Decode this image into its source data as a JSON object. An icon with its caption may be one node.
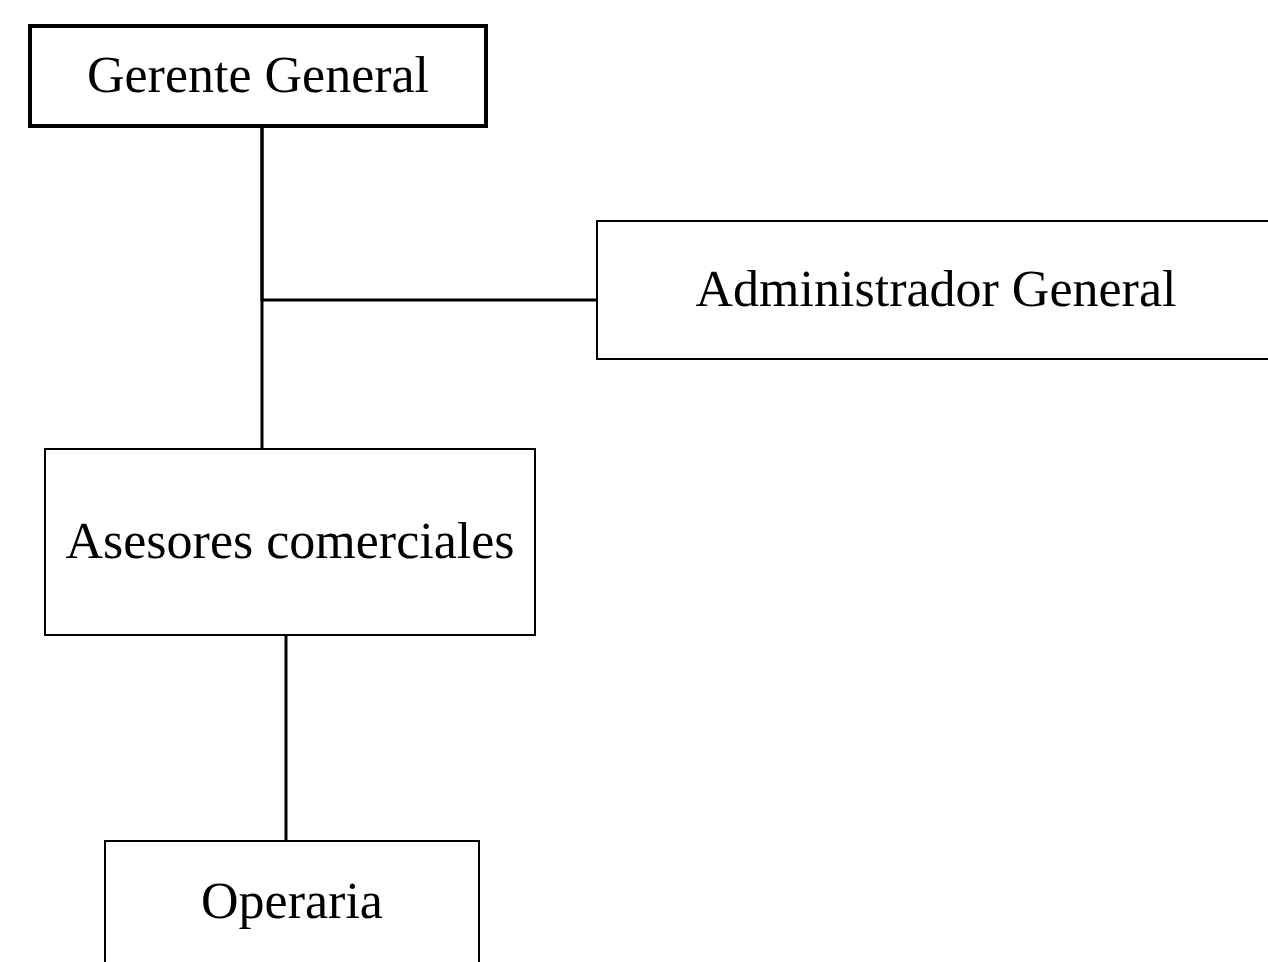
{
  "diagram": {
    "nodes": [
      {
        "text": [
          "Gerente General"
        ]
      },
      {
        "text": [
          "Administrador General"
        ]
      },
      {
        "text": [
          "Asesores comerciales"
        ]
      },
      {
        "text": [
          "Operaria"
        ]
      }
    ],
    "edges": [
      {
        "from": 0,
        "to": 2,
        "arrow": "none"
      },
      {
        "from": 0,
        "to": 1,
        "arrow": "none"
      },
      {
        "from": 2,
        "to": 3,
        "arrow": "none"
      }
    ]
  }
}
